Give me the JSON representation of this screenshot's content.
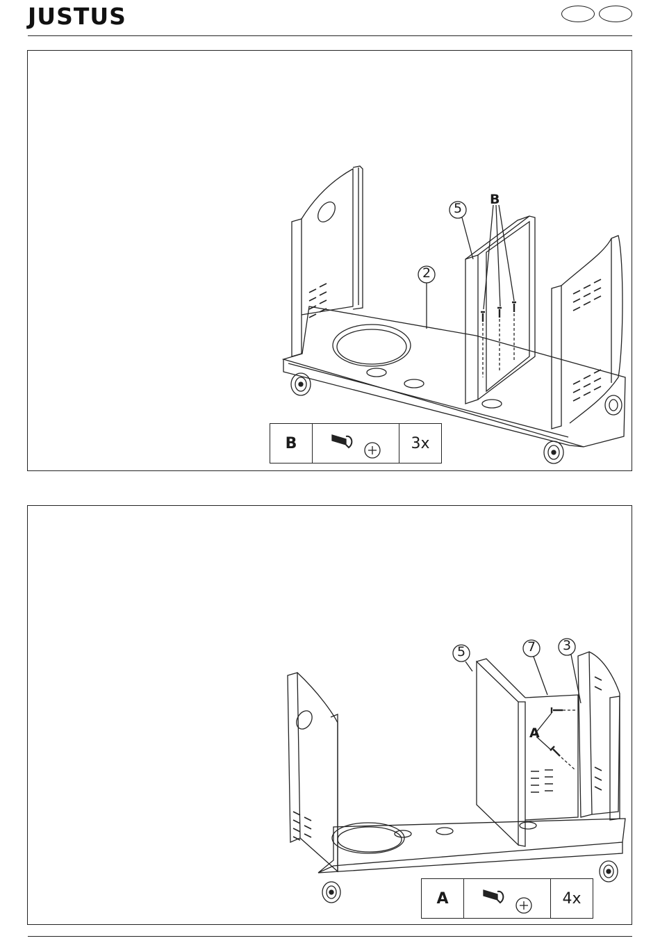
{
  "header": {
    "brand": "JUSTUS"
  },
  "step1": {
    "callouts": {
      "panel": "5",
      "base": "2",
      "screw": "B"
    },
    "parts": {
      "label": "B",
      "qty": "3x",
      "icon": "bolt-icon"
    }
  },
  "step2": {
    "callouts": {
      "front_panel": "5",
      "back_panel": "7",
      "side": "3",
      "screw": "A"
    },
    "parts": {
      "label": "A",
      "qty": "4x",
      "icon": "bolt-icon"
    }
  }
}
